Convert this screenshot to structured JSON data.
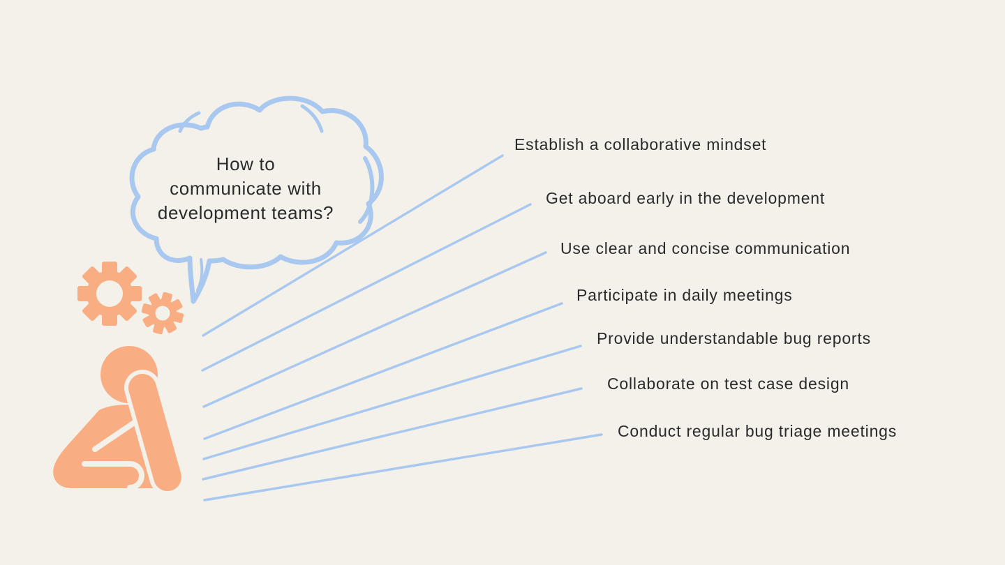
{
  "canvas": {
    "background_color": "#f4f1ea"
  },
  "colors": {
    "accent_blue": "#a9c8f0",
    "accent_peach": "#f9ad82",
    "text": "#2b2b2b"
  },
  "bubble": {
    "title": "How to communicate with development teams?",
    "title_lines": [
      "How to",
      "communicate with",
      "development teams?"
    ]
  },
  "icons": [
    {
      "name": "thought-bubble-icon"
    },
    {
      "name": "gear-icon-large"
    },
    {
      "name": "gear-icon-small"
    },
    {
      "name": "thinking-person-icon"
    }
  ],
  "items": [
    {
      "label": "Establish a collaborative mindset"
    },
    {
      "label": "Get aboard early in the development"
    },
    {
      "label": "Use clear and concise communication"
    },
    {
      "label": "Participate in daily meetings"
    },
    {
      "label": "Provide understandable bug reports"
    },
    {
      "label": "Collaborate on test case design"
    },
    {
      "label": "Conduct regular bug triage meetings"
    }
  ]
}
